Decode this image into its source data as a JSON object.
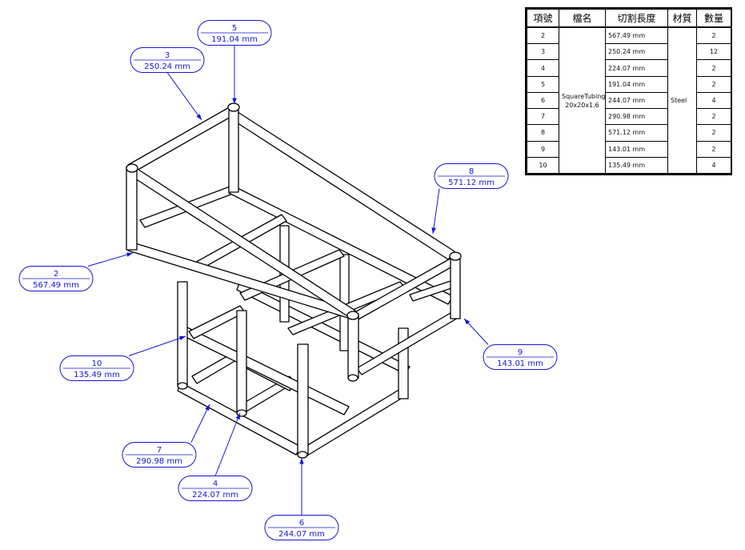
{
  "bom": {
    "headers": [
      "項號",
      "檔名",
      "切割長度",
      "材質",
      "數量"
    ],
    "file_name": "SquareTubing\n20x20x1.6",
    "material": "Steel",
    "rows": [
      {
        "item": "2",
        "length": "567.49 mm",
        "qty": "2"
      },
      {
        "item": "3",
        "length": "250.24 mm",
        "qty": "12"
      },
      {
        "item": "4",
        "length": "224.07 mm",
        "qty": "2"
      },
      {
        "item": "5",
        "length": "191.04 mm",
        "qty": "2"
      },
      {
        "item": "6",
        "length": "244.07 mm",
        "qty": "4"
      },
      {
        "item": "7",
        "length": "290.98 mm",
        "qty": "2"
      },
      {
        "item": "8",
        "length": "571.12 mm",
        "qty": "2"
      },
      {
        "item": "9",
        "length": "143.01 mm",
        "qty": "2"
      },
      {
        "item": "10",
        "length": "135.49 mm",
        "qty": "4"
      }
    ]
  },
  "callouts": [
    {
      "item": "5",
      "length": "191.04 mm"
    },
    {
      "item": "3",
      "length": "250.24 mm"
    },
    {
      "item": "8",
      "length": "571.12 mm"
    },
    {
      "item": "2",
      "length": "567.49 mm"
    },
    {
      "item": "9",
      "length": "143.01 mm"
    },
    {
      "item": "10",
      "length": "135.49 mm"
    },
    {
      "item": "7",
      "length": "290.98 mm"
    },
    {
      "item": "4",
      "length": "224.07 mm"
    },
    {
      "item": "6",
      "length": "244.07 mm"
    }
  ],
  "colors": {
    "callout": "#1515d6",
    "lines": "#000000"
  }
}
